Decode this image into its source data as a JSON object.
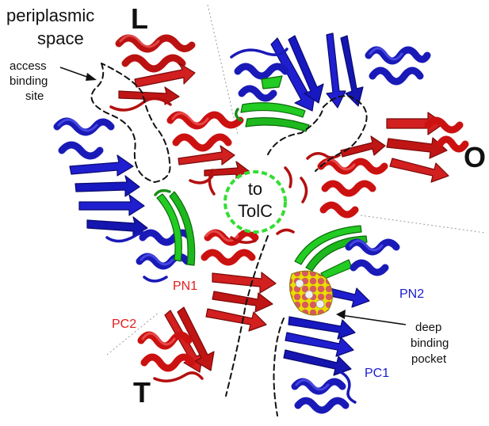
{
  "labels": {
    "periplasmic_line1": "periplasmic",
    "periplasmic_line2": "space",
    "state_L": "L",
    "state_O": "O",
    "state_T": "T",
    "access_line1": "access",
    "access_line2": "binding",
    "access_line3": "site",
    "center_line1": "to",
    "center_line2": "TolC",
    "pn1": "PN1",
    "pc2": "PC2",
    "pn2": "PN2",
    "pc1": "PC1",
    "deep_line1": "deep",
    "deep_line2": "binding",
    "deep_line3": "pocket"
  },
  "colors": {
    "pn_domain": "#cc1111",
    "pc_domain": "#1515c0",
    "tolc_docking": "#22cc22",
    "ligand_yellow": "#e8e000",
    "ligand_red": "#d85a5a",
    "channel_ring": "#33dd33"
  }
}
